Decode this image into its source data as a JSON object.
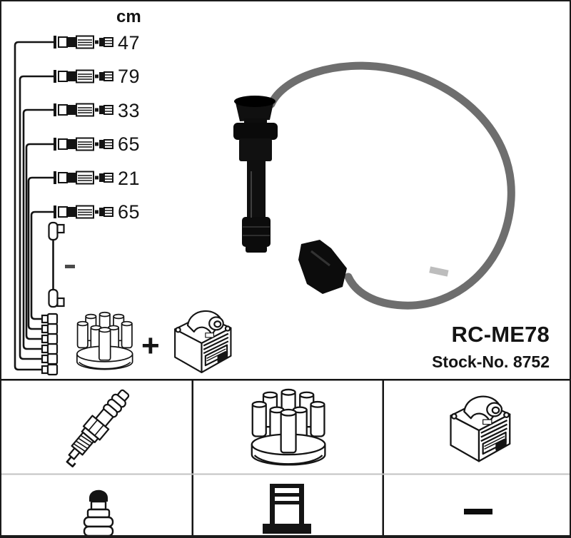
{
  "header": {
    "unit_label": "cm"
  },
  "cables": [
    {
      "length": "47"
    },
    {
      "length": "79"
    },
    {
      "length": "33"
    },
    {
      "length": "65"
    },
    {
      "length": "21"
    },
    {
      "length": "65"
    }
  ],
  "extra_cable": {
    "icon": "minus-icon"
  },
  "kit": {
    "plus_label": "+",
    "left_icon": "distributor-cap-icon",
    "right_icon": "ignition-coil-icon"
  },
  "product": {
    "part_number": "RC-ME78",
    "stock_label": "Stock-No.",
    "stock_number": "8752"
  },
  "photo": {
    "icon": "ignition-lead-photo",
    "cable_color": "#6e6e6e",
    "boot_color": "#0e0e0e"
  },
  "grid": {
    "row1": [
      {
        "icon": "spark-plug-icon"
      },
      {
        "icon": "distributor-cap-icon"
      },
      {
        "icon": "ignition-coil-icon"
      }
    ],
    "row2": [
      {
        "icon": "terminal-nipple-icon"
      },
      {
        "icon": "plug-terminal-icon"
      },
      {
        "icon": "minus-icon"
      }
    ]
  },
  "colors": {
    "ink": "#141414",
    "divider": "#c2c2c2",
    "background": "#ffffff"
  }
}
